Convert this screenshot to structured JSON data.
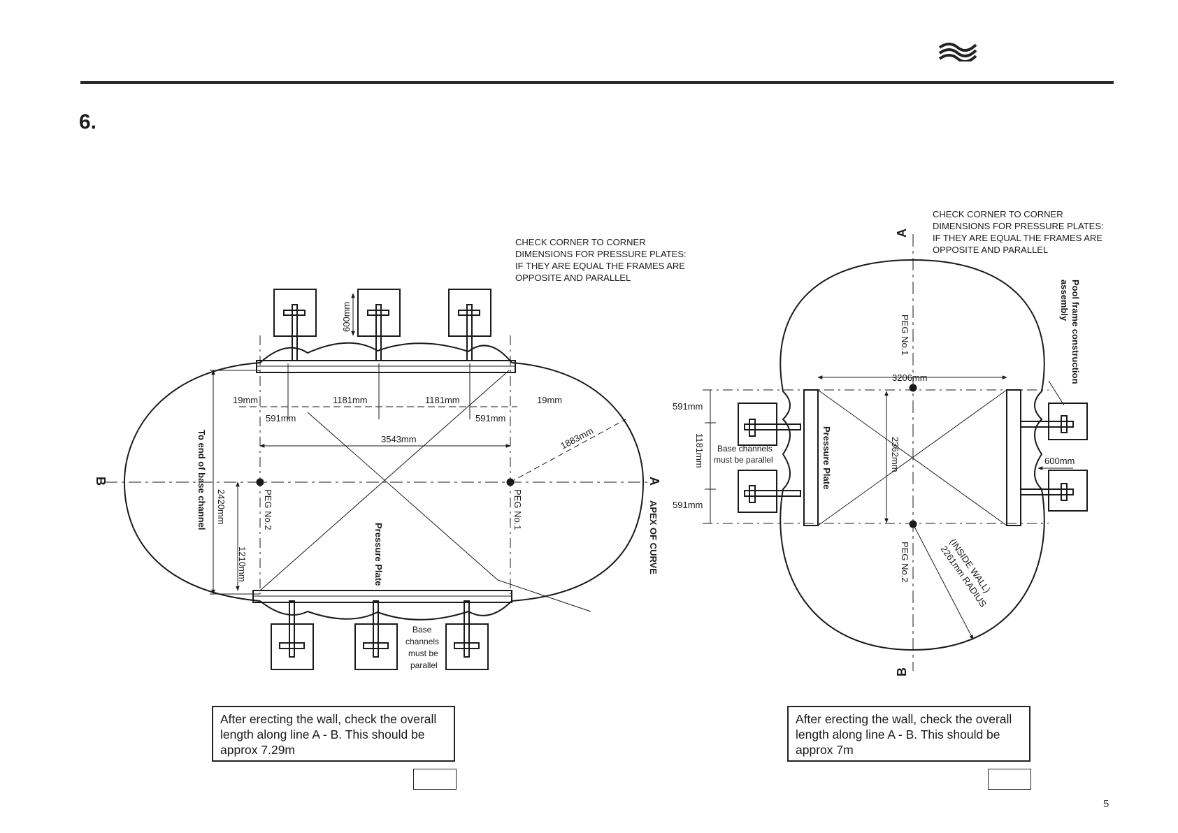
{
  "header": {
    "logo_icon": "wave-logo-icon"
  },
  "step": {
    "number": "6."
  },
  "left_diagram": {
    "note": [
      "CHECK CORNER TO CORNER",
      "DIMENSIONS FOR PRESSURE PLATES:",
      "IF THEY ARE EQUAL THE FRAMES ARE",
      "OPPOSITE AND PARALLEL"
    ],
    "dims": {
      "d600": "600mm",
      "d19_left": "19mm",
      "d1181_a": "1181mm",
      "d1181_b": "1181mm",
      "d19_right": "19mm",
      "d591_left": "591mm",
      "d591_right": "591mm",
      "d3543": "3543mm",
      "d1883": "1883mm",
      "d2420": "2420mm",
      "d1210": "1210mm"
    },
    "labels": {
      "end_of_channel": "To end of base channel",
      "peg2": "PEG No.2",
      "peg1": "PEG No.1",
      "pressure_plate": "Pressure Plate",
      "apex": "APEX OF CURVE",
      "point_a": "A",
      "point_b": "B",
      "base_channels": [
        "Base",
        "channels",
        "must be",
        "parallel"
      ]
    },
    "instruction": [
      "After erecting the wall, check the overall",
      "length along line A - B. This should be",
      "approx 7.29m"
    ]
  },
  "right_diagram": {
    "note": [
      "CHECK CORNER TO CORNER",
      "DIMENSIONS FOR PRESSURE PLATES:",
      "IF THEY ARE EQUAL THE FRAMES ARE",
      "OPPOSITE AND PARALLEL"
    ],
    "dims": {
      "d3206": "3206mm",
      "d2362": "2362mm",
      "d591_top": "591mm",
      "d1181": "1181mm",
      "d591_bottom": "591mm",
      "d600": "600mm",
      "radius_a": "(INSIDE WALL)",
      "radius_b": "2261mm RADIUS"
    },
    "labels": {
      "point_a": "A",
      "point_b": "B",
      "peg1": "PEG No.1",
      "peg2": "PEG No.2",
      "pressure_plate": "Pressure Plate",
      "assembly_a": "Pool frame construction",
      "assembly_b": "assembly",
      "base_channels_a": "Base channels",
      "base_channels_b": "must be parallel"
    },
    "instruction": [
      "After erecting the wall, check the overall",
      "length along line A - B. This should be",
      "approx 7m"
    ]
  },
  "footer": {
    "page_number": "5"
  }
}
